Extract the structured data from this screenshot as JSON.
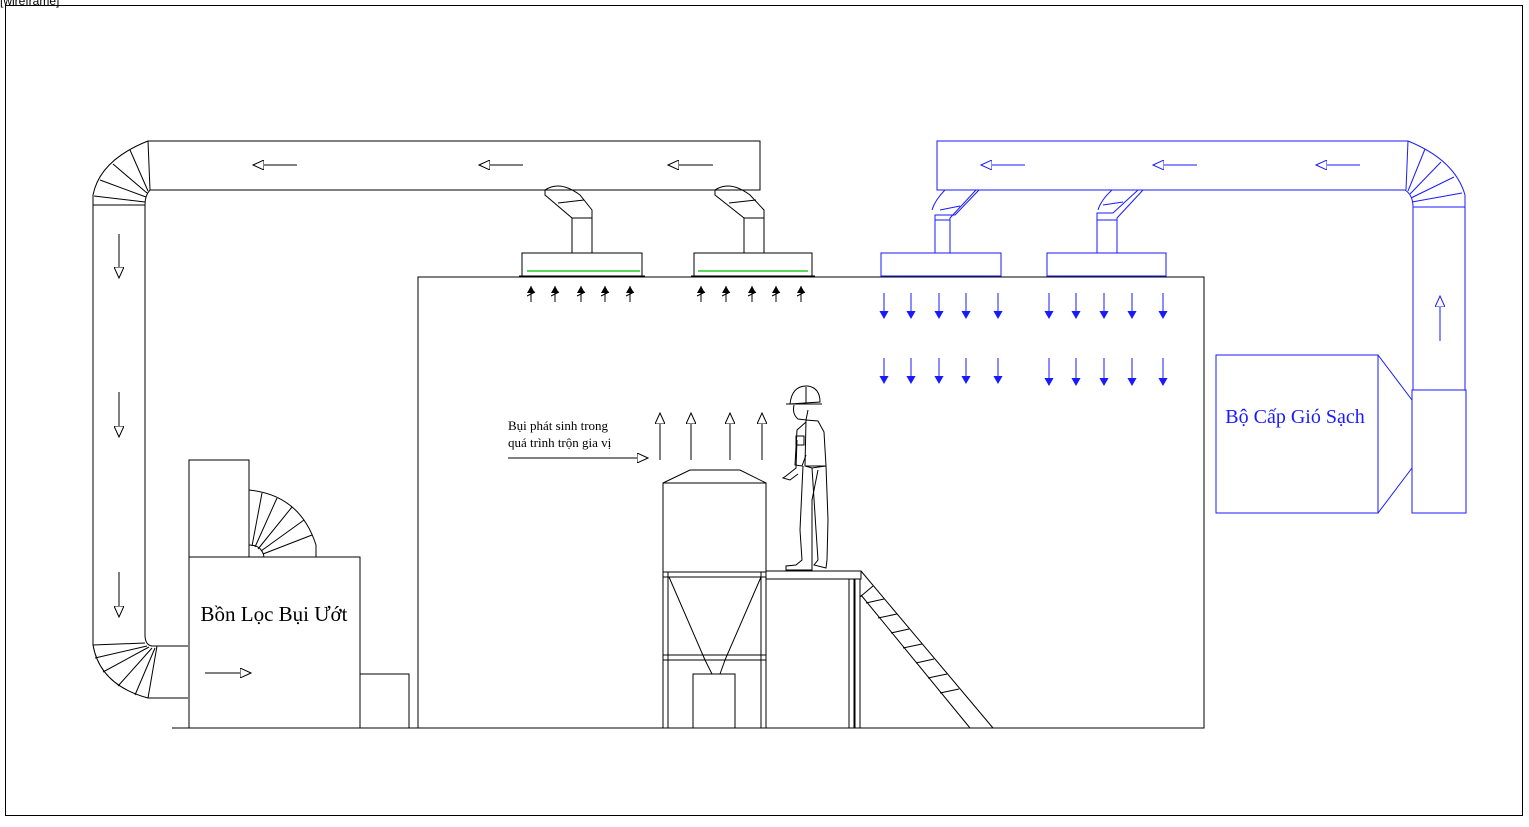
{
  "viewport_label": "[wireframe]",
  "labels": {
    "wet_filter": "Bồn Lọc Bụi Ướt",
    "clean_air_unit": "Bộ Cấp Gió Sạch",
    "dust_note_line1": "Bụi phát sinh trong",
    "dust_note_line2": "quá trình trộn gia vị"
  },
  "colors": {
    "line": "#000000",
    "supply": "#1a1aff",
    "filter_strip": "#22cc22"
  }
}
